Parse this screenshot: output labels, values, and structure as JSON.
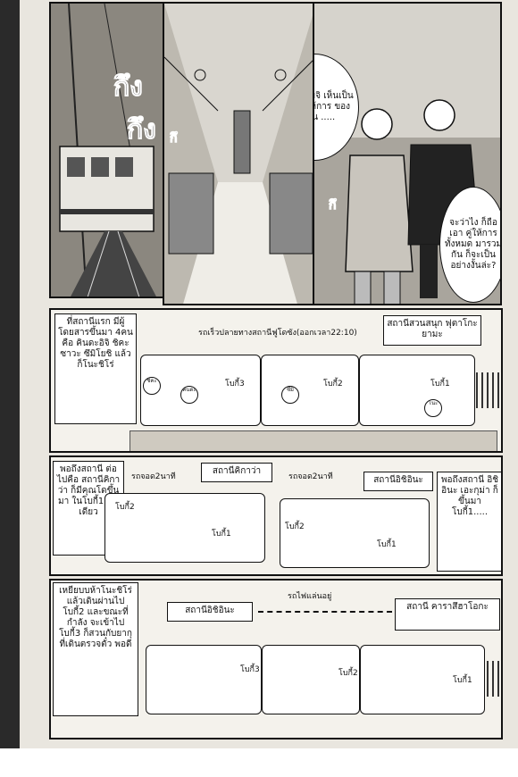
{
  "sfx": {
    "top": "กึง",
    "bottom": "กึง",
    "small1": "กึ",
    "small2": "กึ"
  },
  "bubbles": {
    "b1": "คุณเคนโมจิ เห็นเป็นไง? คำให้การ ของคนนั่น .....",
    "b2": "จะว่าไง ก็ถือเอา คู่ให้การ ทั้งหมด มารวมกัน ก็จะเป็น อย่างงั้นล่ะ?"
  },
  "diagram1": {
    "caption": "ที่สถานีแรก มีผู้โดยสารขึ้นมา 4คนคือ คินดะอิจิ ชิคะซาวะ ซึมิโยชิ แล้วก็โนะชิโร่",
    "title": "รถเร็วปลายทางสถานีฟูโดซัง(ออกเวลา22:10)",
    "station": "สถานีสวนสนุก ฟุตาโกะยามะ",
    "cars": [
      "โบกี้3",
      "โบกี้2",
      "โบกี้1"
    ],
    "people": [
      "ชิคะ",
      "คินดะ",
      "ซึมิ",
      "โนะ"
    ]
  },
  "diagram2": {
    "caption_left": "พอถึงสถานี ต่อไปคือ สถานีคิกาว่า ก็มีคุณโดขึ้นมา ในโบกี้1 คนเดียว",
    "stop_left": "รถจอด2นาที",
    "station_left": "สถานีคิกาว่า",
    "stop_right": "รถจอด2นาที",
    "station_right": "สถานีอิชิอินะ",
    "caption_right": "พอถึงสถานี อิชิอินะ เอะกุม่า ก็ขึ้นมา โบกี้1.....",
    "cars": [
      "โบกี้2",
      "โบกี้1"
    ]
  },
  "diagram3": {
    "caption": "เหยียบบห้าโนะชิโร่ แล้วเดินผ่านไป โบกี้2 และขณะที่กำลัง จะเข้าไปโบกี้3 ก็สวนกับยากุ ที่เดินตรวจตั๋ว พอดี",
    "running": "รถไฟแล่นอยู่",
    "from": "สถานีอิชิอินะ",
    "to": "สถานี คาราสึฮาโอกะ",
    "cars": [
      "โบกี้3",
      "โบกี้2",
      "โบกี้1"
    ]
  },
  "colors": {
    "ink": "#111111",
    "paper": "#f4f2ec",
    "tone": "#7d7a73"
  }
}
